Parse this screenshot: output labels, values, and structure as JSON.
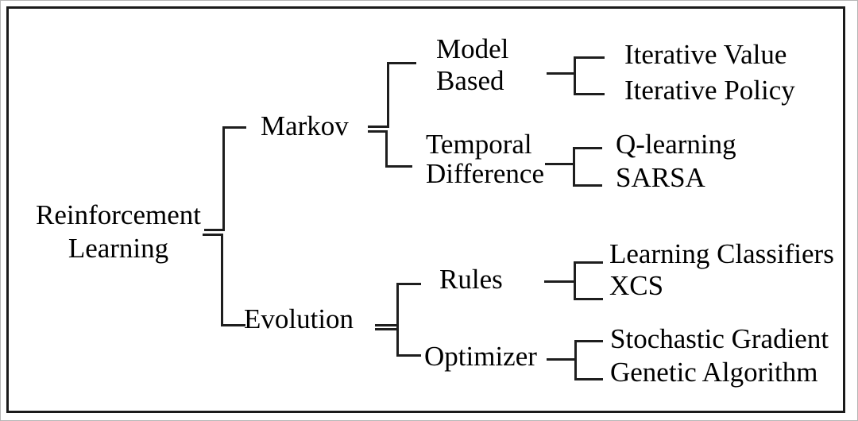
{
  "diagram": {
    "title": "Reinforcement Learning taxonomy tree",
    "colors": {
      "line": "#1e1e1e",
      "text": "#000000",
      "background": "#ffffff",
      "border": "#1a1a1a"
    },
    "tree": {
      "root": {
        "label": "Reinforcement\nLearning"
      },
      "branches": [
        {
          "label": "Markov",
          "children": [
            {
              "label": "Model\nBased",
              "children": [
                {
                  "label": "Iterative Value"
                },
                {
                  "label": "Iterative Policy"
                }
              ]
            },
            {
              "label": "Temporal\nDifference",
              "children": [
                {
                  "label": "Q-learning"
                },
                {
                  "label": "SARSA"
                }
              ]
            }
          ]
        },
        {
          "label": "Evolution",
          "children": [
            {
              "label": "Rules",
              "children": [
                {
                  "label": "Learning Classifiers"
                },
                {
                  "label": "XCS"
                }
              ]
            },
            {
              "label": "Optimizer",
              "children": [
                {
                  "label": "Stochastic Gradient"
                },
                {
                  "label": "Genetic Algorithm"
                }
              ]
            }
          ]
        }
      ]
    }
  }
}
